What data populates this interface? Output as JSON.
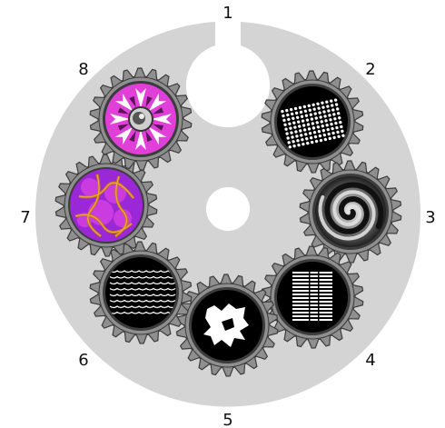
{
  "diagram": {
    "background": "#ffffff",
    "wheel_color": "#d4d4d4",
    "gear_color": "#8f8f8f",
    "gear_dark": "#3c3c3c",
    "positions": [
      {
        "label": "1",
        "kind": "open-slot",
        "icon": "open-slot-icon"
      },
      {
        "label": "2",
        "kind": "gobo",
        "pattern": "dot-grid",
        "icon": "dot-grid-gobo-icon",
        "colors": [
          "#000000",
          "#ffffff"
        ]
      },
      {
        "label": "3",
        "kind": "gobo",
        "pattern": "spiral",
        "icon": "spiral-gobo-icon",
        "colors": [
          "#000000",
          "#e0e0e0"
        ]
      },
      {
        "label": "4",
        "kind": "gobo",
        "pattern": "horizontal-lines",
        "icon": "lines-gobo-icon",
        "colors": [
          "#000000",
          "#ffffff"
        ]
      },
      {
        "label": "5",
        "kind": "gobo",
        "pattern": "breakup",
        "icon": "breakup-gobo-icon",
        "colors": [
          "#000000",
          "#ffffff"
        ]
      },
      {
        "label": "6",
        "kind": "gobo",
        "pattern": "waves",
        "icon": "waves-gobo-icon",
        "colors": [
          "#000000",
          "#ffffff"
        ]
      },
      {
        "label": "7",
        "kind": "gobo",
        "pattern": "purple-texture",
        "icon": "texture-gobo-icon",
        "colors": [
          "#9b28d6",
          "#d23fe0",
          "#c8761e",
          "#f0b040"
        ]
      },
      {
        "label": "8",
        "kind": "gobo",
        "pattern": "magenta-flower",
        "icon": "flower-gobo-icon",
        "colors": [
          "#e040d8",
          "#ffffff",
          "#5a1458"
        ]
      }
    ]
  }
}
